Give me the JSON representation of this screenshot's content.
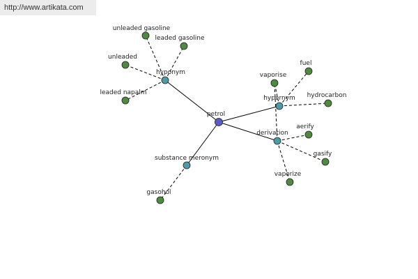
{
  "watermark": "http://www.artikata.com",
  "colors": {
    "center": "#5b5bc7",
    "relation": "#4f9aa8",
    "leaf": "#4f8a3f",
    "stroke": "#222222",
    "edge": "#000000"
  },
  "nodes": [
    {
      "id": "petrol",
      "label": "petrol",
      "kind": "center"
    },
    {
      "id": "hyponym",
      "label": "hyponym",
      "kind": "relation"
    },
    {
      "id": "hypernym",
      "label": "hypernym",
      "kind": "relation"
    },
    {
      "id": "derivation",
      "label": "derivation",
      "kind": "relation"
    },
    {
      "id": "meronym",
      "label": "substance meronym",
      "kind": "relation"
    },
    {
      "id": "unleaded-gasoline",
      "label": "unleaded gasoline",
      "kind": "leaf"
    },
    {
      "id": "leaded-gasoline",
      "label": "leaded gasoline",
      "kind": "leaf"
    },
    {
      "id": "unleaded",
      "label": "unleaded",
      "kind": "leaf"
    },
    {
      "id": "leaded-napalm",
      "label": "leaded napalm",
      "kind": "leaf"
    },
    {
      "id": "vaporise",
      "label": "vaporise",
      "kind": "leaf"
    },
    {
      "id": "fuel",
      "label": "fuel",
      "kind": "leaf"
    },
    {
      "id": "hydrocarbon",
      "label": "hydrocarbon",
      "kind": "leaf"
    },
    {
      "id": "aerify",
      "label": "aerify",
      "kind": "leaf"
    },
    {
      "id": "gasify",
      "label": "gasify",
      "kind": "leaf"
    },
    {
      "id": "vaporize",
      "label": "vaporize",
      "kind": "leaf"
    },
    {
      "id": "gasohol",
      "label": "gasohol",
      "kind": "leaf"
    }
  ],
  "edges": [
    {
      "from": "petrol",
      "to": "hyponym",
      "style": "solid"
    },
    {
      "from": "petrol",
      "to": "hypernym",
      "style": "solid"
    },
    {
      "from": "petrol",
      "to": "derivation",
      "style": "solid"
    },
    {
      "from": "petrol",
      "to": "meronym",
      "style": "solid"
    },
    {
      "from": "hyponym",
      "to": "unleaded-gasoline",
      "style": "dashed"
    },
    {
      "from": "hyponym",
      "to": "leaded-gasoline",
      "style": "dashed"
    },
    {
      "from": "hyponym",
      "to": "unleaded",
      "style": "dashed"
    },
    {
      "from": "hyponym",
      "to": "leaded-napalm",
      "style": "dashed"
    },
    {
      "from": "hypernym",
      "to": "vaporise",
      "style": "dashed"
    },
    {
      "from": "hypernym",
      "to": "fuel",
      "style": "dashed"
    },
    {
      "from": "hypernym",
      "to": "hydrocarbon",
      "style": "dashed"
    },
    {
      "from": "derivation",
      "to": "vaporise",
      "style": "dashed"
    },
    {
      "from": "derivation",
      "to": "aerify",
      "style": "dashed"
    },
    {
      "from": "derivation",
      "to": "gasify",
      "style": "dashed"
    },
    {
      "from": "derivation",
      "to": "vaporize",
      "style": "dashed"
    },
    {
      "from": "meronym",
      "to": "gasohol",
      "style": "dashed"
    }
  ]
}
